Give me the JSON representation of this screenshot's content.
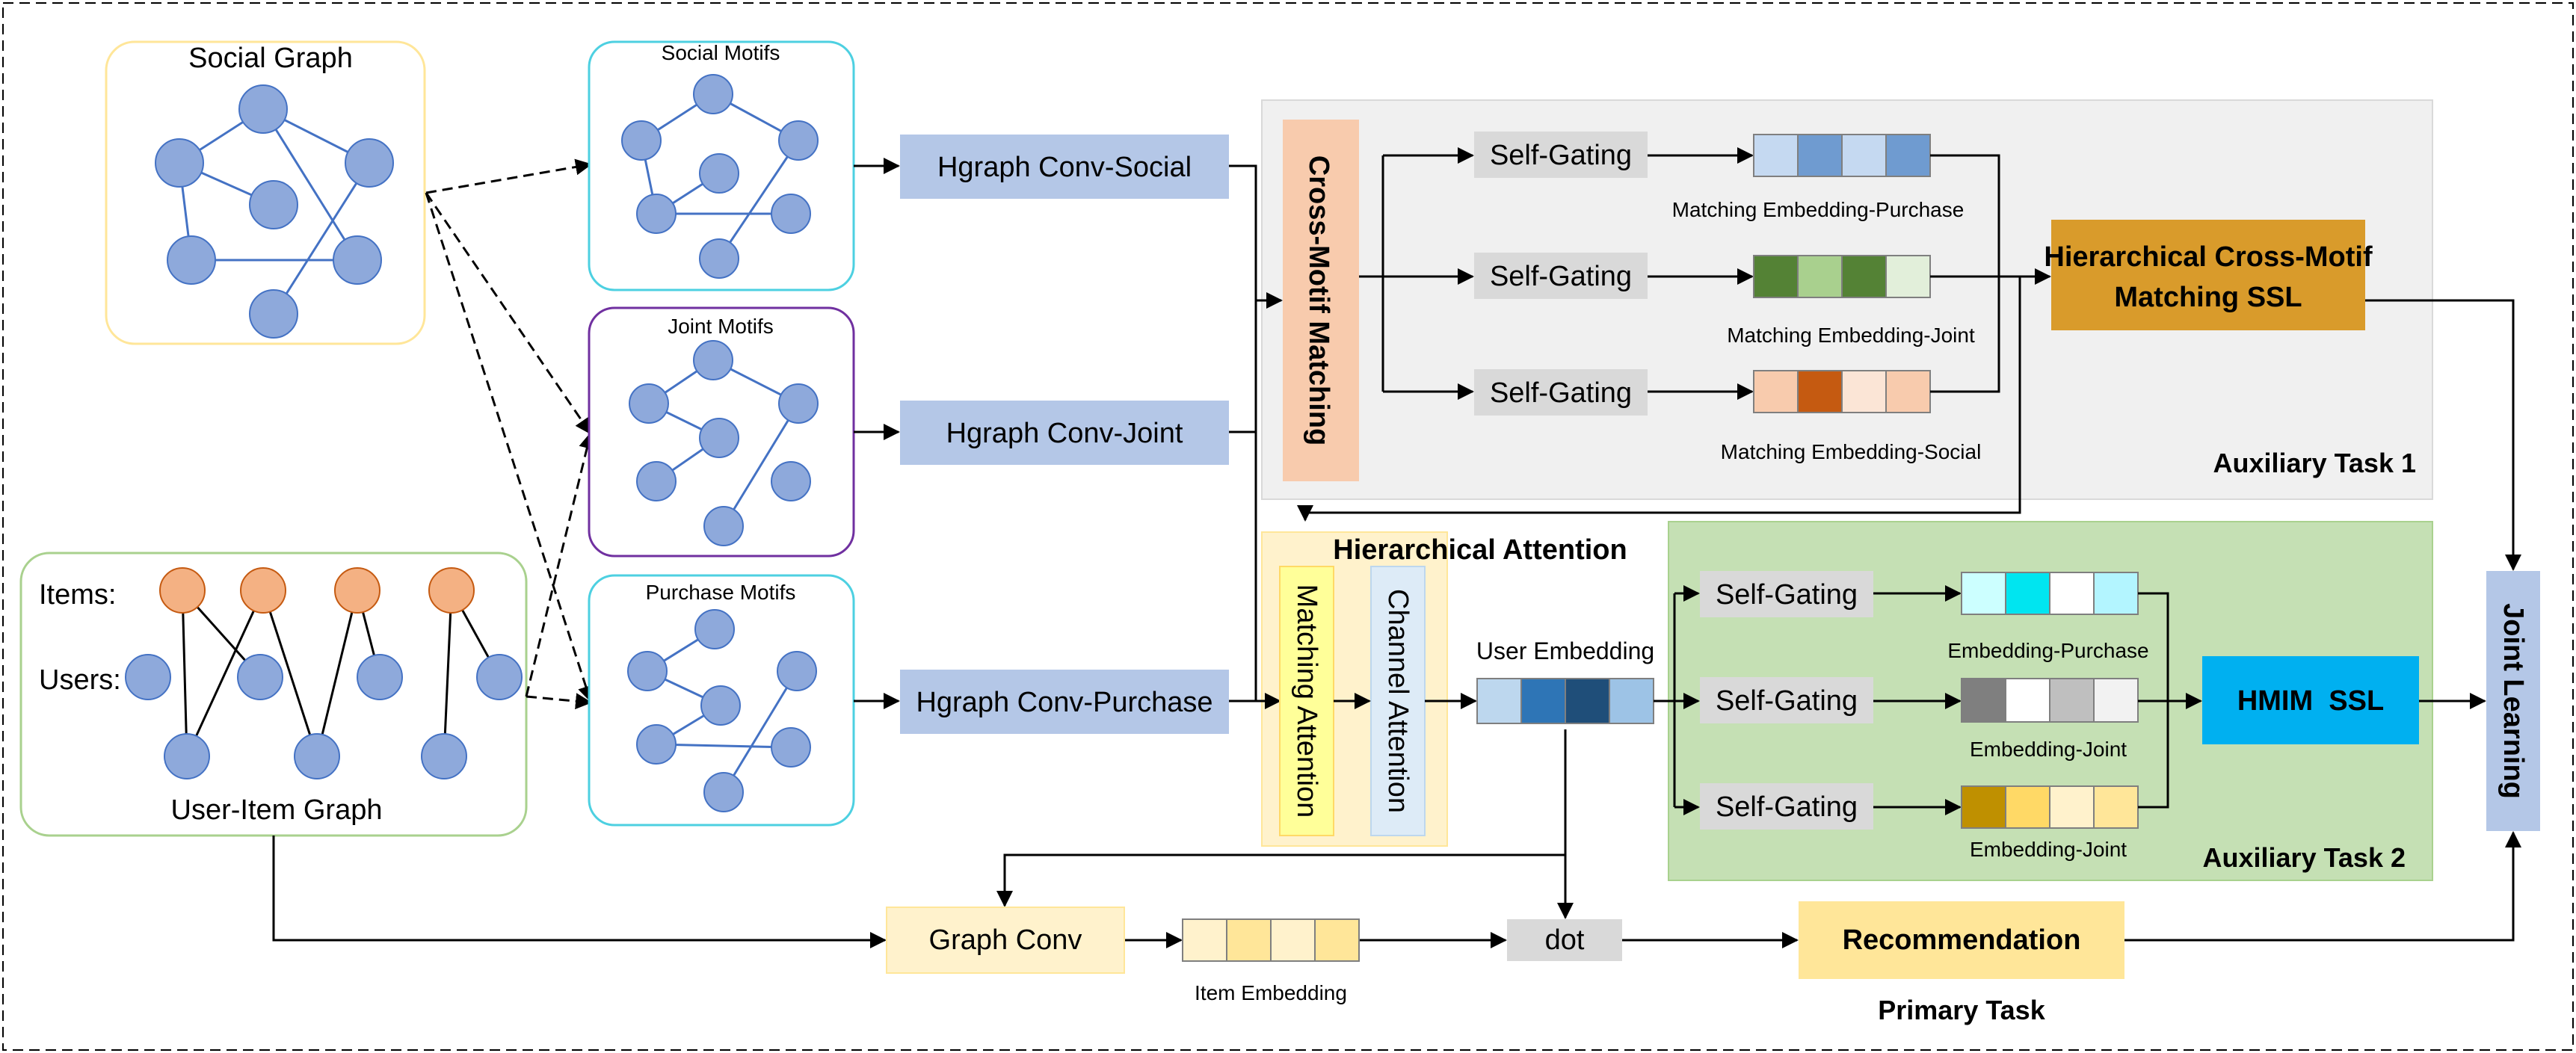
{
  "sources": {
    "social_graph": "Social Graph",
    "user_item_graph": "User-Item Graph",
    "items_label": "Items:",
    "users_label": "Users:"
  },
  "motifs": {
    "social": "Social Motifs",
    "joint": "Joint Motifs",
    "purchase": "Purchase Motifs"
  },
  "convs": {
    "social": "Hgraph Conv-Social",
    "joint": "Hgraph Conv-Joint",
    "purchase": "Hgraph Conv-Purchase"
  },
  "aux1": {
    "cross_motif": "Cross-Motif Matching",
    "gating": "Self-Gating",
    "emb_purchase": "Matching Embedding-Purchase",
    "emb_joint": "Matching Embedding-Joint",
    "emb_social": "Matching Embedding-Social",
    "ssl_line1": "Hierarchical Cross-Motif",
    "ssl_line2": "Matching SSL",
    "title": "Auxiliary Task 1"
  },
  "attention": {
    "title": "Hierarchical Attention",
    "matching": "Matching Attention",
    "channel": "Channel Attention",
    "user_embedding": "User Embedding"
  },
  "aux2": {
    "gating": "Self-Gating",
    "emb_purchase": "Embedding-Purchase",
    "emb_joint_1": "Embedding-Joint",
    "emb_joint_2": "Embedding-Joint",
    "ssl": "HMIM  SSL",
    "title": "Auxiliary Task 2"
  },
  "primary": {
    "graph_conv": "Graph Conv",
    "item_embedding": "Item Embedding",
    "dot": "dot",
    "recommendation": "Recommendation",
    "title": "Primary Task"
  },
  "joint_learning": "Joint Learning",
  "colors": {
    "node_blue": "#8ea9db",
    "node_orange": "#f4b183",
    "conv_fill": "#b4c7e7",
    "aux1_bg": "#f0f0f0",
    "aux2_bg": "#c5e0b4",
    "cross_motif_fill": "#f8cbad",
    "ssl1_fill": "#d99b2b",
    "hmim_fill": "#00b0f0",
    "attention_bg": "#fff2cc",
    "matching_att_fill": "#ffff99",
    "channel_att_fill": "#ddebf7",
    "recommendation_fill": "#ffe699",
    "graph_conv_fill": "#fff2cc",
    "dot_fill": "#d9d9d9",
    "joint_learning_fill": "#b4c7e7",
    "gating_fill": "#d9d9d9"
  },
  "embeddings": {
    "matching_purchase": [
      "#c5d9f1",
      "#6f9bd0",
      "#c5d9f1",
      "#6f9bd0"
    ],
    "matching_joint": [
      "#548235",
      "#a9d08e",
      "#548235",
      "#e2efda"
    ],
    "matching_social": [
      "#f8cbad",
      "#c55a11",
      "#fbe5d6",
      "#f8cbad"
    ],
    "user": [
      "#bdd7ee",
      "#2e75b6",
      "#1f4e79",
      "#9dc3e6"
    ],
    "aux2_purchase": [
      "#ccffff",
      "#00e5f0",
      "#ffffff",
      "#b3f5ff"
    ],
    "aux2_joint_1": [
      "#7f7f7f",
      "#ffffff",
      "#bfbfbf",
      "#f2f2f2"
    ],
    "aux2_joint_2": [
      "#bf9000",
      "#ffd966",
      "#fff2cc",
      "#ffe699"
    ],
    "item": [
      "#fff2cc",
      "#ffe699",
      "#fff2cc",
      "#ffe699"
    ]
  }
}
